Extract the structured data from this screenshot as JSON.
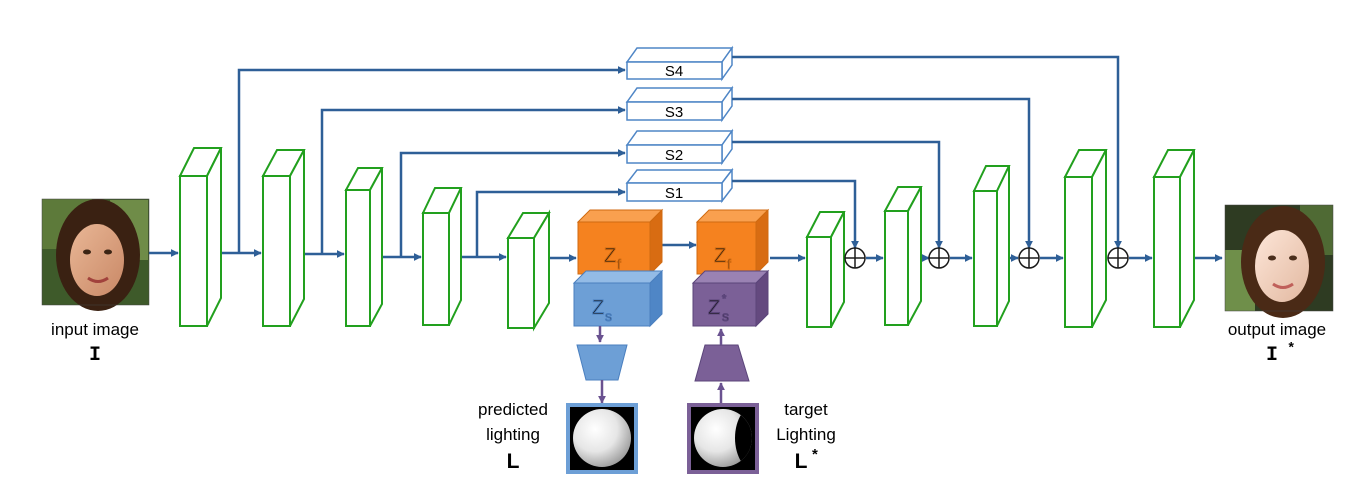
{
  "input": {
    "caption": "input image",
    "symbol": "I"
  },
  "output": {
    "caption": "output image",
    "symbol": "I",
    "symbol_sup": "*"
  },
  "skips": [
    {
      "label": "S4"
    },
    {
      "label": "S3"
    },
    {
      "label": "S2"
    },
    {
      "label": "S1"
    }
  ],
  "bottleneck": {
    "zf_main": "Z",
    "zf_sub": "f",
    "zs_main": "Z",
    "zs_sub": "s",
    "zs_target_sup": "*"
  },
  "predicted": {
    "line1": "predicted",
    "line2": "lighting",
    "symbol": "L"
  },
  "target": {
    "line1": "target",
    "line2": "Lighting",
    "symbol": "L",
    "symbol_sup": "*"
  },
  "colors": {
    "arrow": "#2e5f97",
    "layer": "#22a01e",
    "skip_box": "#4f86c6",
    "zf": "#f5821f",
    "zs": "#6d9fd6",
    "zs_target": "#7b6097",
    "predicted_frame": "#6d9fd6",
    "target_frame": "#7b6097"
  },
  "icons": [
    "input-face-photo",
    "output-face-photo",
    "sphere-predicted-icon",
    "sphere-target-icon",
    "sum-icon"
  ]
}
